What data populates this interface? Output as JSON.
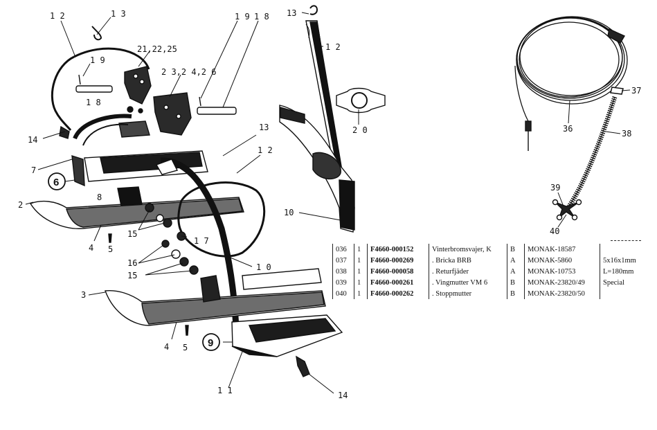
{
  "callouts": {
    "c12a": "1 2",
    "c13a": "1 3",
    "c19a": "1 9",
    "c18a": "1 8",
    "c21": "21,22,25",
    "c23": "2 3,2 4,2 6",
    "c19b": "1 9",
    "c18b": "1 8",
    "c14a": "14",
    "c7": "7",
    "c6": "6",
    "c8": "8",
    "c2": "2",
    "c13b": "13",
    "c12b": "1 2",
    "c4a": "4",
    "c5a": "5",
    "c15a": "15",
    "c17": "1 7",
    "c16": "16",
    "c15b": "15",
    "c10a": "1 0",
    "c3": "3",
    "c4b": "4",
    "c5b": "5",
    "c9": "9",
    "c11": "1 1",
    "c14b": "14",
    "c13c": "13",
    "c12c": "1 2",
    "c20": "2 0",
    "c10b": "10",
    "c37": "37",
    "c36": "36",
    "c38": "38",
    "c39": "39",
    "c40": "40"
  },
  "parts_table": {
    "rows": [
      {
        "pos": "036",
        "qty": "1",
        "article": "F4660-000152",
        "description": "Vinterbromsvajer, K",
        "code": "B",
        "ref": "MONAK-18587",
        "note": ""
      },
      {
        "pos": "037",
        "qty": "1",
        "article": "F4660-000269",
        "description": ". Bricka BRB",
        "code": "A",
        "ref": "MONAK-5860",
        "note": "5x16x1mm"
      },
      {
        "pos": "038",
        "qty": "1",
        "article": "F4660-000058",
        "description": ". Returfjäder",
        "code": "A",
        "ref": "MONAK-10753",
        "note": "L=180mm"
      },
      {
        "pos": "039",
        "qty": "1",
        "article": "F4660-000261",
        "description": ". Vingmutter VM 6",
        "code": "B",
        "ref": "MONAK-23820/49",
        "note": "Special"
      },
      {
        "pos": "040",
        "qty": "1",
        "article": "F4660-000262",
        "description": ". Stoppmutter",
        "code": "B",
        "ref": "MONAK-23820/50",
        "note": ""
      }
    ]
  }
}
